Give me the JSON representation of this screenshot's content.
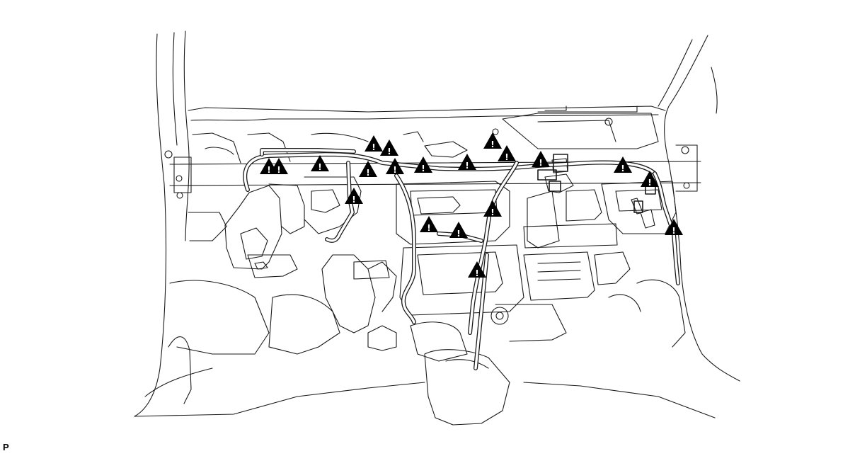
{
  "figure": {
    "code": "P"
  },
  "colors": {
    "line": "#1a1a1a",
    "background": "#ffffff",
    "marker": "#000000"
  },
  "icons": {
    "clamp_marker": "warning-triangle-icon",
    "marker_glyph": "!"
  },
  "clamp_markers": [
    {
      "id": "clamp-1"
    },
    {
      "id": "clamp-2"
    },
    {
      "id": "clamp-3"
    },
    {
      "id": "clamp-4"
    },
    {
      "id": "clamp-5"
    },
    {
      "id": "clamp-6"
    },
    {
      "id": "clamp-7"
    },
    {
      "id": "clamp-8"
    },
    {
      "id": "clamp-9"
    },
    {
      "id": "clamp-10"
    },
    {
      "id": "clamp-11"
    },
    {
      "id": "clamp-12"
    },
    {
      "id": "clamp-13"
    },
    {
      "id": "clamp-14"
    },
    {
      "id": "clamp-15"
    },
    {
      "id": "clamp-16"
    },
    {
      "id": "clamp-17"
    },
    {
      "id": "clamp-18"
    },
    {
      "id": "clamp-19"
    },
    {
      "id": "clamp-20"
    }
  ]
}
